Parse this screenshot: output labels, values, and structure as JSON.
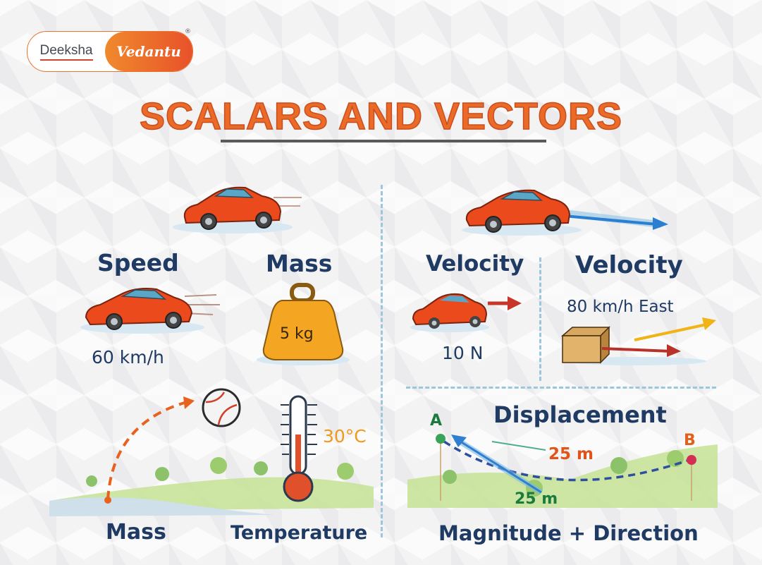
{
  "brand": {
    "left_text": "Deeksha",
    "right_text": "Vedantu",
    "registered_mark": "®",
    "colors": {
      "orange": "#ec6a27",
      "navy": "#1f3a63",
      "divider": "#9cc6dc"
    }
  },
  "title": "SCALARS AND VECTORS",
  "scalars": {
    "speed": {
      "label": "Speed",
      "value": "60 km/h"
    },
    "mass_top": {
      "label": "Mass",
      "value": "5 kg"
    },
    "mass_bottom": {
      "label": "Mass"
    },
    "temperature": {
      "label": "Temperature",
      "value": "30°C"
    }
  },
  "vectors": {
    "velocity_left": {
      "label": "Velocity",
      "value": "10 N"
    },
    "velocity_right": {
      "label": "Velocity",
      "value": "80 km/h East"
    },
    "displacement": {
      "label": "Displacement",
      "point_a": "A",
      "point_b": "B",
      "straight_distance": "25 m",
      "path_distance": "25 m",
      "caption": "Magnitude + Direction"
    }
  }
}
